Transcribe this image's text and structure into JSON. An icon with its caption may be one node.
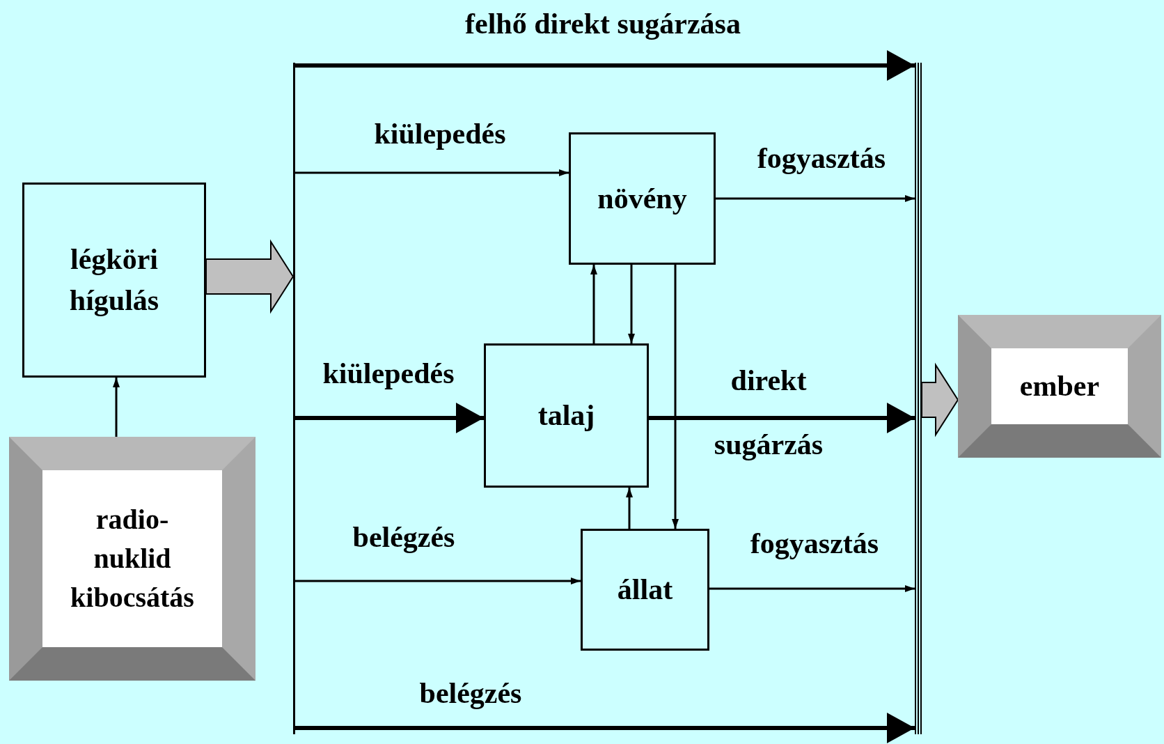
{
  "diagram": {
    "nodes": [
      {
        "text": [
          "légköri hígulás"
        ]
      },
      {
        "text": [
          "radio-nuklid kibocsátás"
        ]
      },
      {
        "text": [],
        "shape": "bar"
      },
      {
        "text": [
          "növény"
        ]
      },
      {
        "text": [
          "talaj"
        ]
      },
      {
        "text": [
          "állat"
        ]
      },
      {
        "text": [],
        "shape": "bar"
      },
      {
        "text": [
          "ember"
        ]
      }
    ],
    "edges": [
      {
        "from": 1,
        "to": 0,
        "arrow": "to"
      },
      {
        "from": 0,
        "to": 2,
        "arrow": "to",
        "style": "thick",
        "color": "#c0c0c0"
      },
      {
        "from": 2,
        "to": 6,
        "arrow": "to",
        "style": "thick",
        "label": "felhő direkt sugárzása"
      },
      {
        "from": 2,
        "to": 3,
        "arrow": "to",
        "label": "kiülepedés"
      },
      {
        "from": 2,
        "to": 4,
        "arrow": "to",
        "style": "thick",
        "label": "kiülepedés"
      },
      {
        "from": 2,
        "to": 5,
        "arrow": "to",
        "label": "belégzés"
      },
      {
        "from": 2,
        "to": 6,
        "arrow": "to",
        "style": "thick",
        "label": "belégzés"
      },
      {
        "from": 3,
        "to": 6,
        "arrow": "to",
        "label": "fogyasztás"
      },
      {
        "from": 4,
        "to": 6,
        "arrow": "to",
        "style": "thick",
        "label": "direkt sugárzás"
      },
      {
        "from": 5,
        "to": 6,
        "arrow": "to",
        "label": "fogyasztás"
      },
      {
        "from": 4,
        "to": 3,
        "arrow": "to"
      },
      {
        "from": 3,
        "to": 4,
        "arrow": "to"
      },
      {
        "from": 3,
        "to": 5,
        "arrow": "to"
      },
      {
        "from": 5,
        "to": 4,
        "arrow": "to"
      },
      {
        "from": 6,
        "to": 7,
        "arrow": "to",
        "style": "thick",
        "color": "#c0c0c0"
      }
    ]
  }
}
